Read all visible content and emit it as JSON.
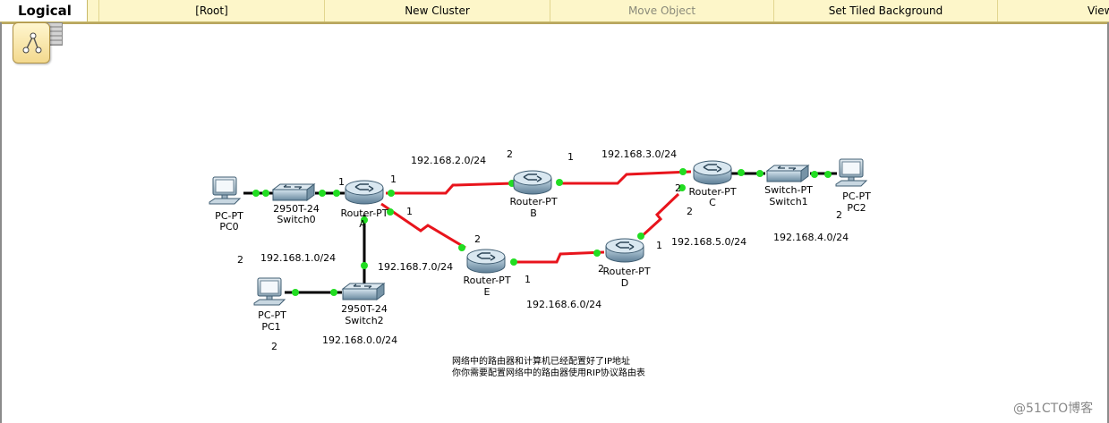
{
  "toolbar": {
    "mode": "Logical",
    "items": [
      {
        "label": "[Root]",
        "enabled": true
      },
      {
        "label": "New Cluster",
        "enabled": true
      },
      {
        "label": "Move Object",
        "enabled": false
      },
      {
        "label": "Set Tiled Background",
        "enabled": true
      },
      {
        "label": "Viewport",
        "enabled": true
      }
    ]
  },
  "devices": {
    "pc0": {
      "model": "PC-PT",
      "name": "PC0"
    },
    "switch0": {
      "model": "2950T-24",
      "name": "Switch0"
    },
    "router_a": {
      "model": "Router-PT",
      "name": "A"
    },
    "router_b": {
      "model": "Router-PT",
      "name": "B"
    },
    "router_c": {
      "model": "Router-PT",
      "name": "C"
    },
    "router_d": {
      "model": "Router-PT",
      "name": "D"
    },
    "router_e": {
      "model": "Router-PT",
      "name": "E"
    },
    "switch1": {
      "model": "Switch-PT",
      "name": "Switch1"
    },
    "pc2": {
      "model": "PC-PT",
      "name": "PC2"
    },
    "pc1": {
      "model": "PC-PT",
      "name": "PC1"
    },
    "switch2": {
      "model": "2950T-24",
      "name": "Switch2"
    }
  },
  "networks": {
    "n0": "192.168.0.0/24",
    "n1": "192.168.1.0/24",
    "n2": "192.168.2.0/24",
    "n3": "192.168.3.0/24",
    "n4": "192.168.4.0/24",
    "n5": "192.168.5.0/24",
    "n6": "192.168.6.0/24",
    "n7": "192.168.7.0/24"
  },
  "ports": {
    "a_sw0": "1",
    "a_b": "1",
    "a_e": "1",
    "b_a": "2",
    "b_c": "1",
    "c_b": "2",
    "c_d": "2",
    "d_c": "1",
    "d_e": "2",
    "e_a": "2",
    "e_d": "1",
    "pc2_host": "2",
    "pc0_host": "2",
    "pc1_host": "2"
  },
  "note": {
    "line1": "网络中的路由器和计算机已经配置好了IP地址",
    "line2": "你你需要配置网络中的路由器使用RIP协议路由表"
  },
  "watermark": "@51CTO博客",
  "colors": {
    "serial_link": "#e8141c",
    "ethernet_link": "#000000",
    "port_up": "#22dd22",
    "toolbar_bg": "#fdf6c9"
  }
}
